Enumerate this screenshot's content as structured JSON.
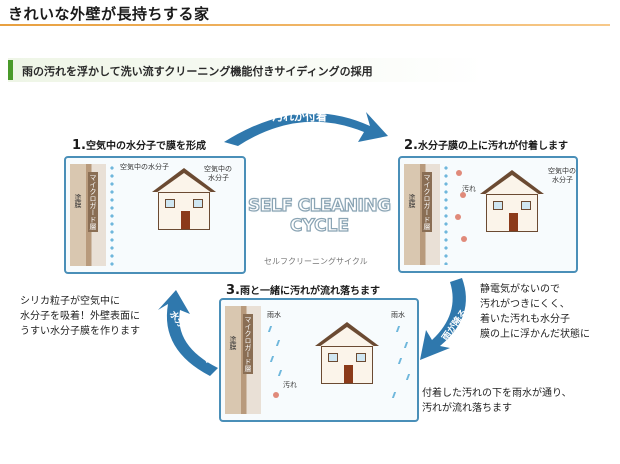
{
  "header": {
    "title": "きれいな外壁が長持ちする家"
  },
  "subheader": {
    "title": "雨の汚れを浮かして洗い流すクリーニング機能付きサイディングの採用"
  },
  "step1": {
    "number": "1.",
    "title": "空気中の水分子で膜を形成",
    "label_water": "空気中の水分子",
    "label_air1": "空気中の",
    "label_air2": "水分子",
    "wall_coat": "塗膜",
    "wall_micro": "マイクロガード層"
  },
  "step2": {
    "number": "2.",
    "title": "水分子膜の上に汚れが付着します",
    "label_air1": "空気中の",
    "label_air2": "水分子",
    "label_dirt": "汚れ",
    "wall_coat": "塗膜",
    "wall_micro": "マイクロガード層"
  },
  "step3": {
    "number": "3.",
    "title": "雨と一緒に汚れが流れ落ちます",
    "label_rain1": "雨水",
    "label_rain2": "雨水",
    "label_dirt": "汚れ",
    "wall_coat": "塗膜",
    "wall_micro": "マイクロガード層"
  },
  "arrows": {
    "top": "汚れが付着",
    "right": "雨が降る",
    "left": "水分子を再吸着"
  },
  "logo": {
    "line1": "SELF CLEANING",
    "line2": "CYCLE",
    "sub": "セルフクリーニングサイクル"
  },
  "notes": {
    "left": [
      "シリカ粒子が空気中に",
      "水分子を吸着！外壁表面に",
      "うすい水分子膜を作ります"
    ],
    "right": [
      "静電気がないので",
      "汚れがつきにくく、",
      "着いた汚れも水分子",
      "膜の上に浮かんだ状態に"
    ],
    "bottom": [
      "付着した汚れの下を雨水が通り、",
      "汚れが流れ落ちます"
    ]
  },
  "colors": {
    "accent_orange": "#e8a040",
    "accent_green": "#4a9a2a",
    "arrow_blue": "#2f78ad",
    "panel_border": "#4a8fb8"
  }
}
